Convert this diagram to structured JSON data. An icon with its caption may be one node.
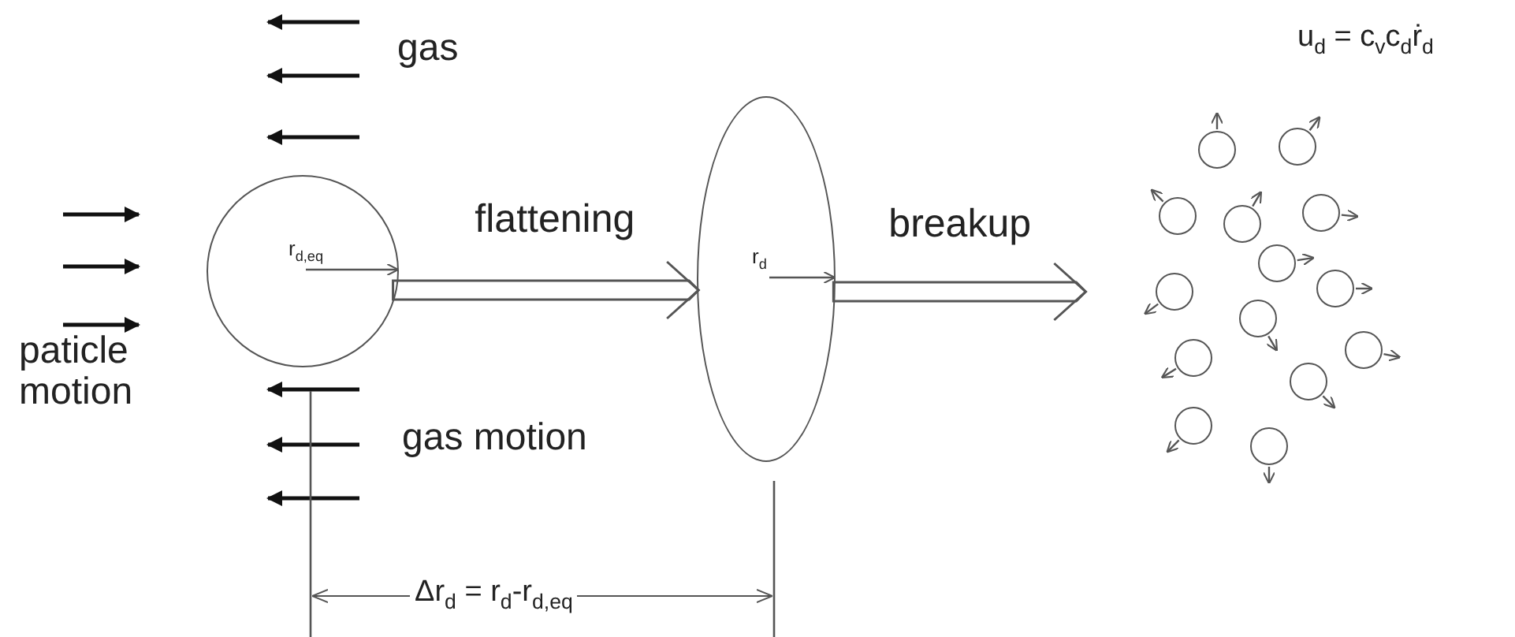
{
  "diagram": {
    "nodes": [
      {
        "text": [
          "r$_{d,eq}$"
        ]
      },
      {
        "text": [
          "r$_{d}$"
        ]
      },
      {
        "text": [],
        "shape": "circle"
      },
      {
        "text": [],
        "shape": "circle"
      },
      {
        "text": [],
        "shape": "circle"
      },
      {
        "text": [],
        "shape": "circle"
      },
      {
        "text": [],
        "shape": "circle"
      },
      {
        "text": [],
        "shape": "circle"
      },
      {
        "text": [],
        "shape": "circle"
      },
      {
        "text": [],
        "shape": "circle"
      },
      {
        "text": [],
        "shape": "circle"
      },
      {
        "text": [],
        "shape": "circle"
      },
      {
        "text": [],
        "shape": "circle"
      },
      {
        "text": [],
        "shape": "circle"
      },
      {
        "text": [],
        "shape": "circle"
      },
      {
        "text": [],
        "shape": "circle"
      }
    ],
    "edges": [
      {
        "from": 0,
        "to": 1,
        "arrow": "to",
        "label": "flattening"
      },
      {
        "from": 1,
        "to": null,
        "arrow": "to",
        "label": "breakup"
      }
    ],
    "labels": [
      "gas",
      "u$_{d}$ = c$_{v}$c$_{d}$ṙ$_{d}$",
      "paticle motion",
      "gas motion",
      "Δr$_{d}$ = r$_{d}$-r$_{d,eq}$"
    ]
  }
}
